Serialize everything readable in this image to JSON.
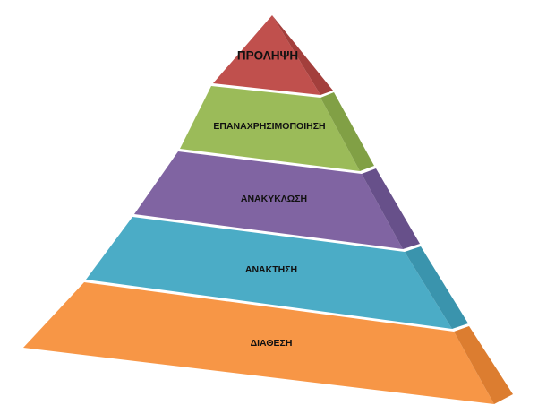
{
  "diagram": {
    "tiers": [
      {
        "label": "ΠΡΟΛΗΨΗ",
        "color": "#c0504d",
        "side_color": "#a33f3c"
      },
      {
        "label": "ΕΠΑΝΑΧΡΗΣΙΜΟΠΟΙΗΣΗ",
        "color": "#9bbb59",
        "side_color": "#81a045"
      },
      {
        "label": "ΑΝΑΚΥΚΛΩΣΗ",
        "color": "#8064a2",
        "side_color": "#67508a"
      },
      {
        "label": "ΑΝΑΚΤΗΣΗ",
        "color": "#4bacc6",
        "side_color": "#3a94ad"
      },
      {
        "label": "ΔΙΑΘΕΣΗ",
        "color": "#f79646",
        "side_color": "#dc7d30"
      }
    ]
  }
}
